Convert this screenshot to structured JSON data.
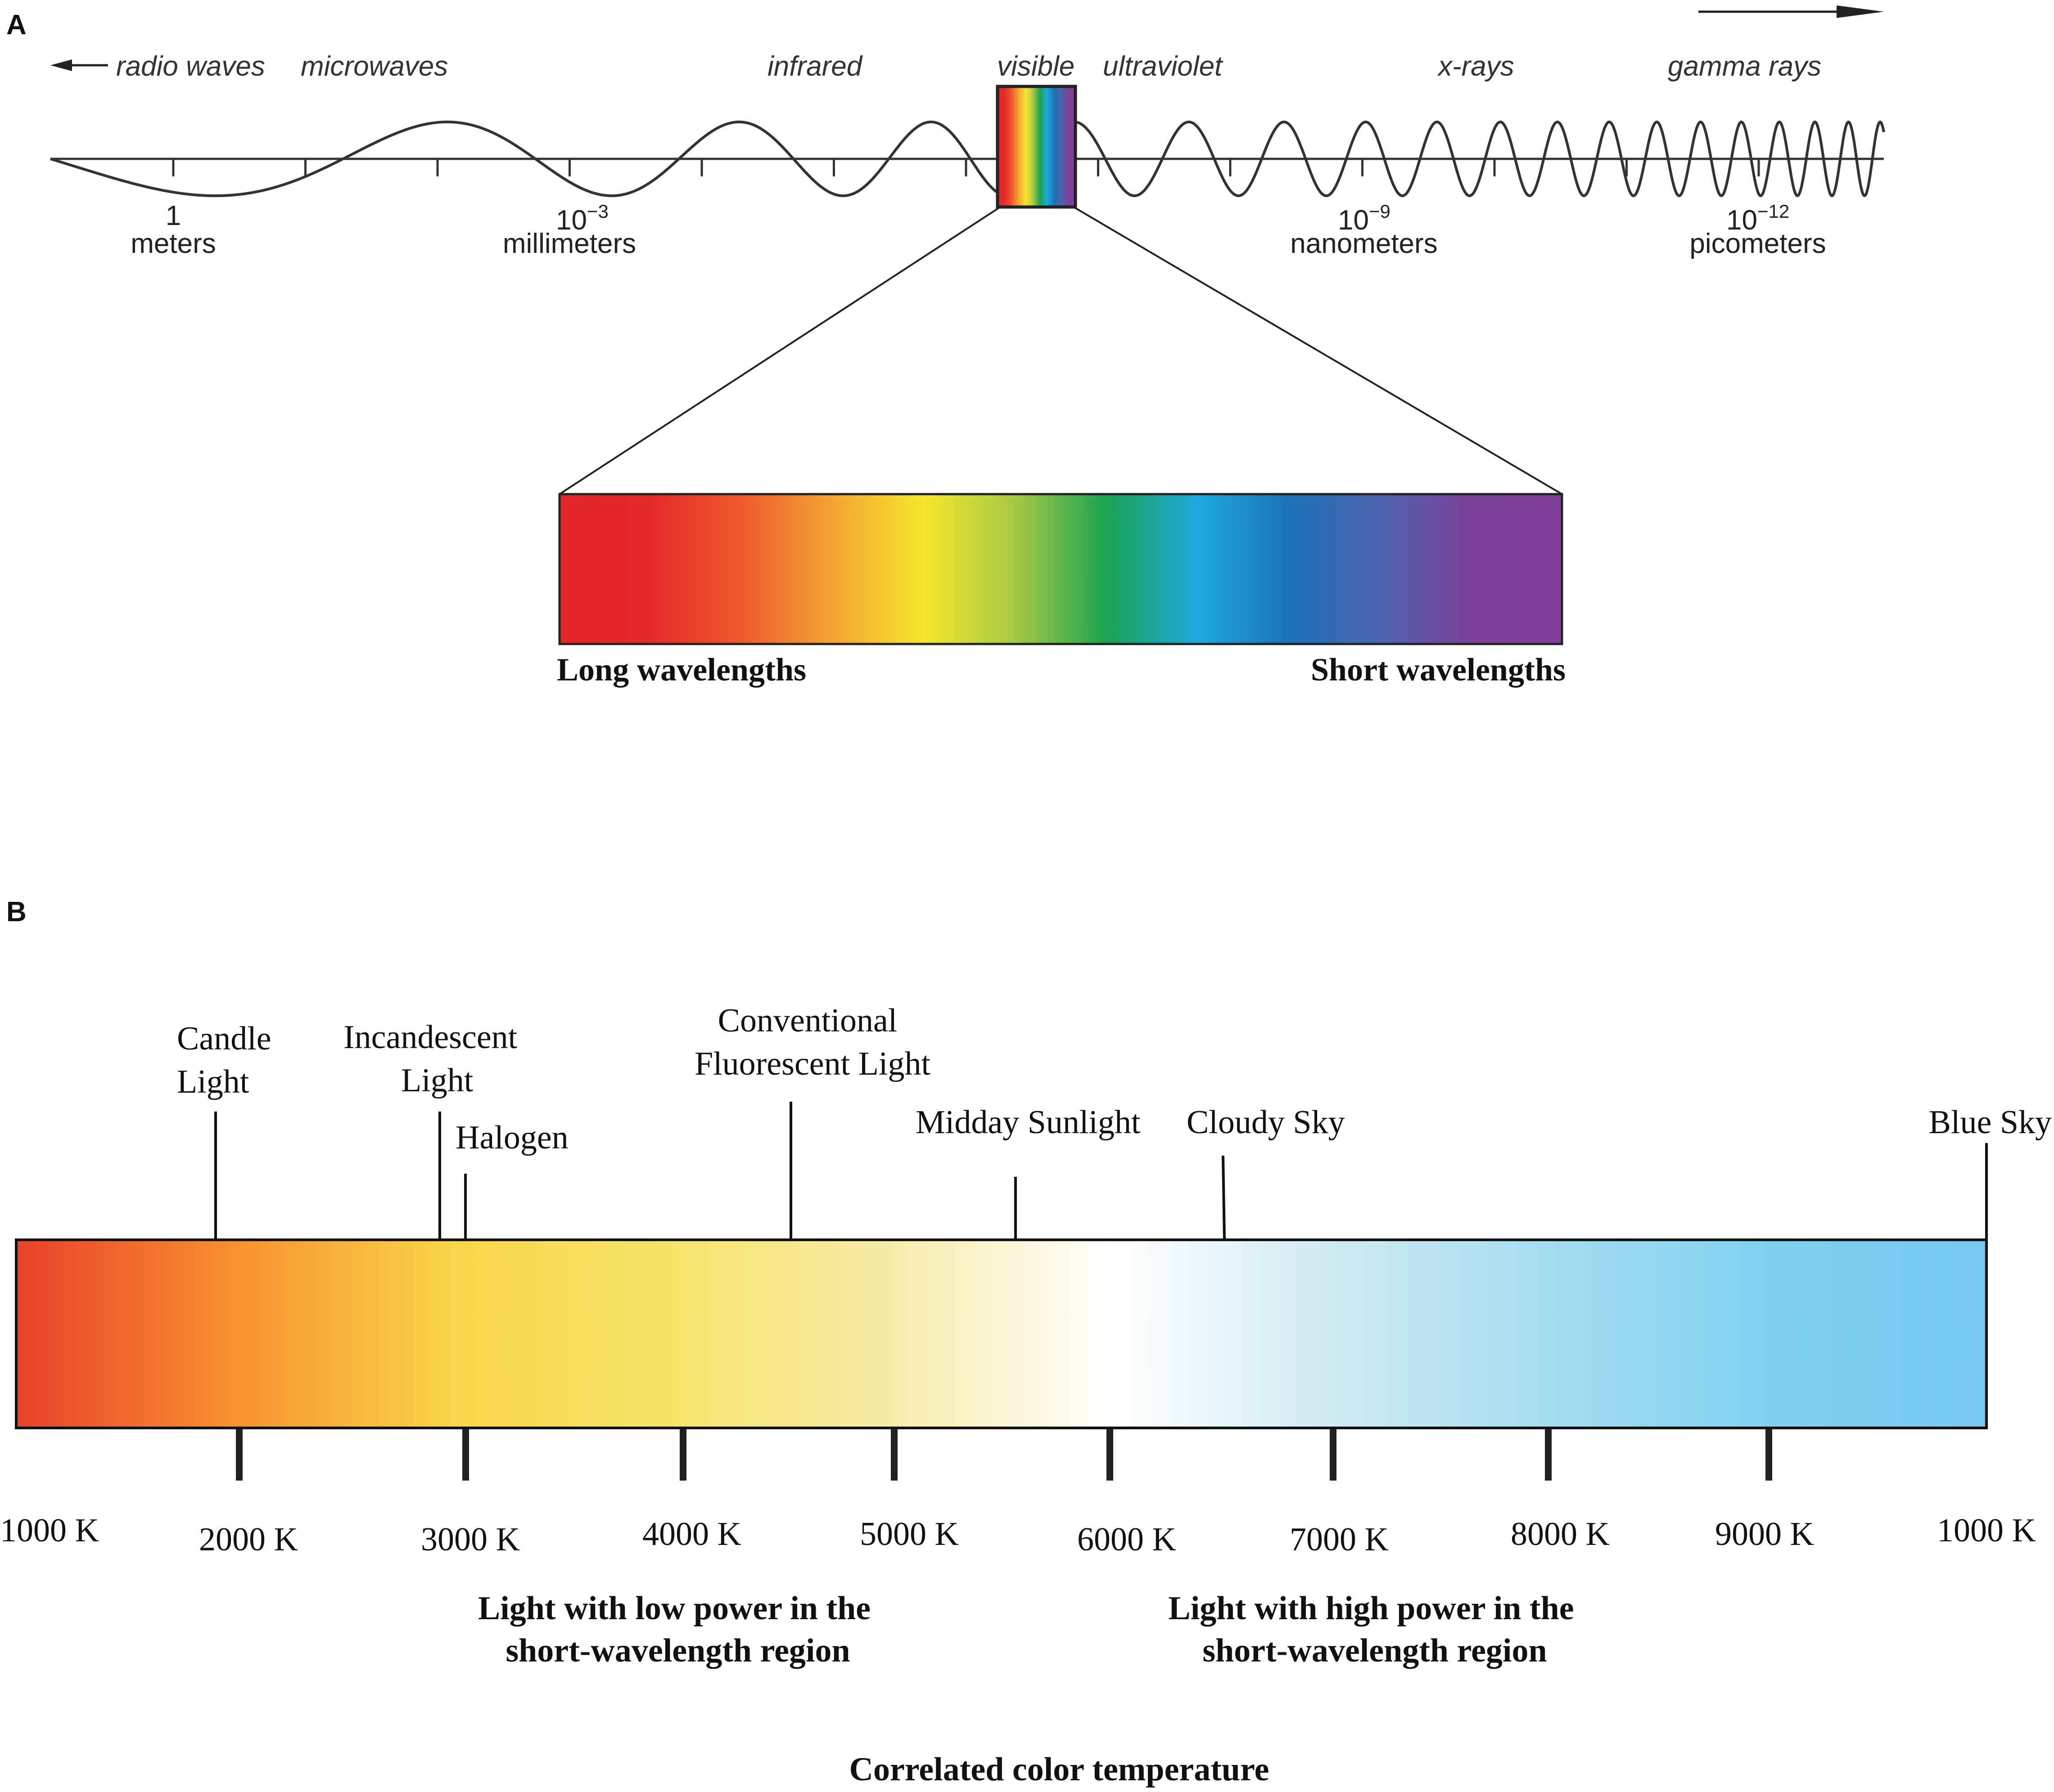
{
  "panel_a": {
    "letter": "A",
    "bands": [
      {
        "label": "radio waves"
      },
      {
        "label": "microwaves"
      },
      {
        "label": "infrared"
      },
      {
        "label": "visible"
      },
      {
        "label": "ultraviolet"
      },
      {
        "label": "x-rays"
      },
      {
        "label": "gamma rays"
      }
    ],
    "scale_labels": [
      {
        "base": "1",
        "exp": "",
        "unit": "meters"
      },
      {
        "base": "10",
        "exp": "−3",
        "unit": "millimeters"
      },
      {
        "base": "10",
        "exp": "−9",
        "unit": "nanometers"
      },
      {
        "base": "10",
        "exp": "−12",
        "unit": "picometers"
      }
    ],
    "spectrum_colors": [
      "#e52427",
      "#e42a2a",
      "#ef5a2c",
      "#f4a533",
      "#f4e72c",
      "#a6c945",
      "#1aa351",
      "#1fa9e0",
      "#1b72b9",
      "#4c63ae",
      "#7c4199",
      "#80409a"
    ],
    "left_caption": "Long wavelengths",
    "right_caption": "Short wavelengths"
  },
  "panel_b": {
    "letter": "B",
    "sources": [
      {
        "label": "Candle Light",
        "lines": [
          "Candle",
          "Light"
        ]
      },
      {
        "label": "Incandescent Light",
        "lines": [
          "Incandescent",
          "Light"
        ]
      },
      {
        "label": "Halogen",
        "lines": [
          "Halogen"
        ]
      },
      {
        "label": "Conventional Fluorescent Light",
        "lines": [
          "Conventional",
          "Fluorescent Light"
        ]
      },
      {
        "label": "Midday Sunlight",
        "lines": [
          "Midday Sunlight"
        ]
      },
      {
        "label": "Cloudy Sky",
        "lines": [
          "Cloudy Sky"
        ]
      },
      {
        "label": "Blue Sky",
        "lines": [
          "Blue Sky"
        ]
      }
    ],
    "tick_labels": [
      "1000 K",
      "2000 K",
      "3000 K",
      "4000 K",
      "5000 K",
      "6000 K",
      "7000 K",
      "8000 K",
      "9000 K",
      "1000 K"
    ],
    "bar_colors": [
      "#e8412b",
      "#f7922f",
      "#f8d64a",
      "#f6e46a",
      "#f6ecaa",
      "#ffffff",
      "#d0eaf1",
      "#a5ddef",
      "#80d1f1",
      "#77c8ef"
    ],
    "low_power_caption": [
      "Light with low power in the",
      "short-wavelength region"
    ],
    "high_power_caption": [
      "Light with high power in the",
      "short-wavelength region"
    ],
    "axis_title": "Correlated color temperature"
  }
}
